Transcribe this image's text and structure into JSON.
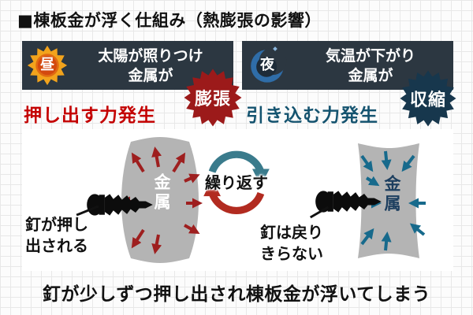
{
  "title": "■棟板金が浮く仕組み（熱膨張の影響）",
  "day": {
    "time_label": "昼",
    "headline1": "太陽が照りつけ",
    "headline2": "金属が",
    "badge": "膨張",
    "force": "押し出す力発生",
    "metal": "金属",
    "nail1": "釘が押し",
    "nail2": "出される"
  },
  "night": {
    "time_label": "夜",
    "headline1": "気温が下がり",
    "headline2": "金属が",
    "badge": "収縮",
    "force": "引き込む力発生",
    "metal": "金属",
    "nail1": "釘は戻り",
    "nail2": "きらない"
  },
  "cycle_label": "繰り返す",
  "footer": "釘が少しずつ押し出され棟板金が浮いてしまう",
  "colors": {
    "expansion_red": "#9c1a1a",
    "contraction_navy": "#17374d",
    "header_bg": "#2c3741",
    "metal_gray": "#b4b4b4",
    "force_red": "#c40000",
    "force_blue": "#14536f",
    "sun_orange": "#e87818",
    "moon_blue": "#2f6da8"
  }
}
